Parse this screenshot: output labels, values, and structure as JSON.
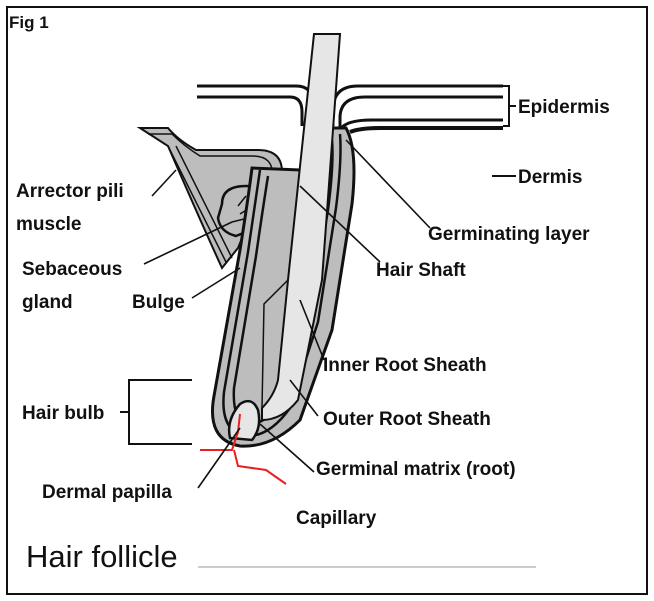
{
  "figure": {
    "fig_label": "Fig 1",
    "title": "Hair follicle",
    "labels": {
      "epidermis": "Epidermis",
      "dermis": "Dermis",
      "arrector_line1": "Arrector pili",
      "arrector_line2": "muscle",
      "germinating_layer": "Germinating layer",
      "sebaceous_line1": "Sebaceous",
      "sebaceous_line2": "gland",
      "bulge": "Bulge",
      "hair_shaft": "Hair Shaft",
      "inner_root_sheath": "Inner Root Sheath",
      "hair_bulb": "Hair bulb",
      "outer_root_sheath": "Outer Root Sheath",
      "germinal_matrix": "Germinal matrix (root)",
      "dermal_papilla": "Dermal papilla",
      "capillary": "Capillary"
    },
    "colors": {
      "line": "#111111",
      "shaft_fill": "#e6e6e6",
      "sheath_fill": "#bdbdbd",
      "capillary": "#e8201f"
    }
  }
}
